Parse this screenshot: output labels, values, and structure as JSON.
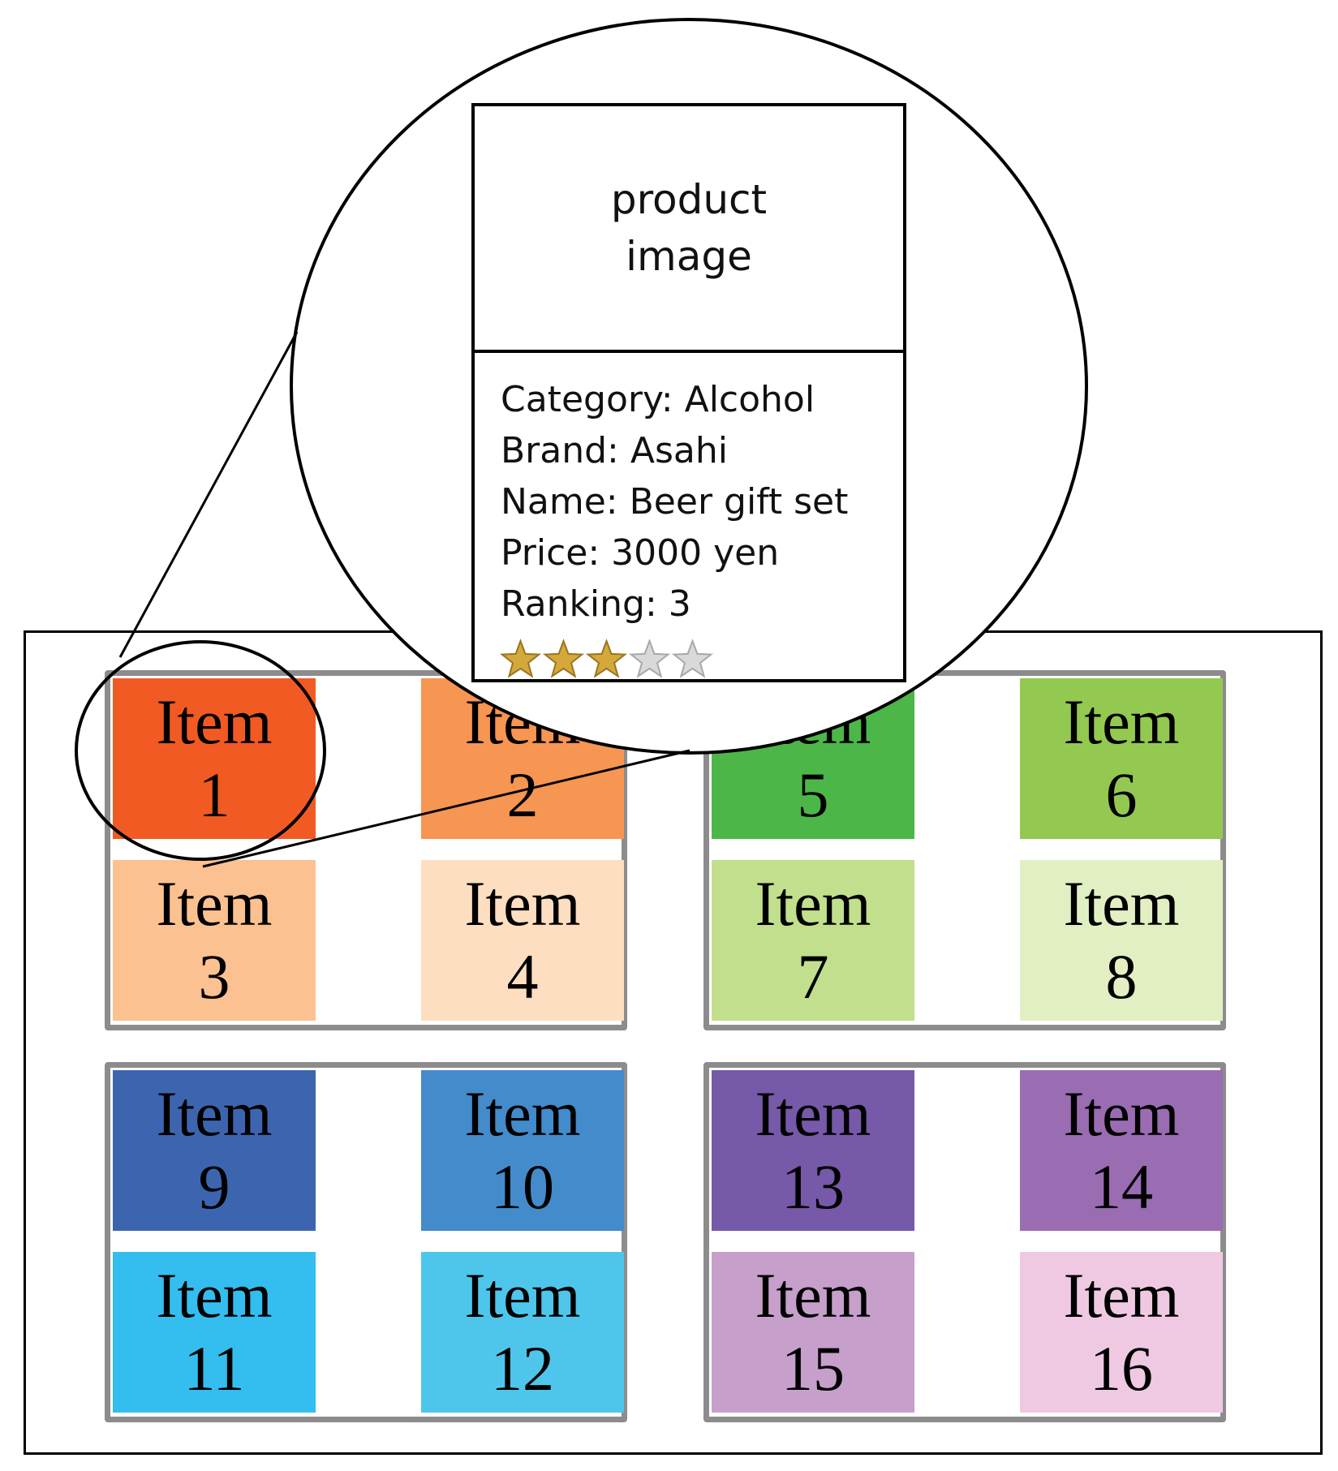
{
  "groups": [
    {
      "items": [
        {
          "word": "Item",
          "number": "1",
          "color": "#f15a22"
        },
        {
          "word": "Item",
          "number": "2",
          "color": "#f79552"
        },
        {
          "word": "Item",
          "number": "3",
          "color": "#fbc191"
        },
        {
          "word": "Item",
          "number": "4",
          "color": "#fedec0"
        }
      ]
    },
    {
      "items": [
        {
          "word": "Item",
          "number": "5",
          "color": "#4cb748"
        },
        {
          "word": "Item",
          "number": "6",
          "color": "#93c950"
        },
        {
          "word": "Item",
          "number": "7",
          "color": "#c1df8d"
        },
        {
          "word": "Item",
          "number": "8",
          "color": "#e1efc3"
        }
      ]
    },
    {
      "items": [
        {
          "word": "Item",
          "number": "9",
          "color": "#3d65af"
        },
        {
          "word": "Item",
          "number": "10",
          "color": "#438bcb"
        },
        {
          "word": "Item",
          "number": "11",
          "color": "#34bdef"
        },
        {
          "word": "Item",
          "number": "12",
          "color": "#4ec6eb"
        }
      ]
    },
    {
      "items": [
        {
          "word": "Item",
          "number": "13",
          "color": "#7659a8"
        },
        {
          "word": "Item",
          "number": "14",
          "color": "#9a6cb2"
        },
        {
          "word": "Item",
          "number": "15",
          "color": "#c69fcb"
        },
        {
          "word": "Item",
          "number": "16",
          "color": "#efc9e2"
        }
      ]
    }
  ],
  "detail": {
    "image_line1": "product",
    "image_line2": "image",
    "category": "Category: Alcohol",
    "brand": "Brand: Asahi",
    "name": "Name: Beer gift set",
    "price": "Price: 3000 yen",
    "ranking": "Ranking: 3",
    "rating": {
      "filled": 3,
      "total": 5
    },
    "star_filled_color": "#d4a83a",
    "star_empty_color": "#d9d9d9"
  },
  "group_border_color": "#8c8c8c"
}
